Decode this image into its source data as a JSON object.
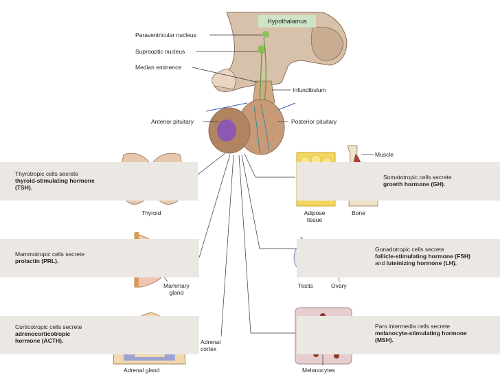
{
  "labels": {
    "hypothalamus": "Hypothalamus",
    "paraventricular": "Paraventricular nucleus",
    "supraoptic": "Supraoptic nucleus",
    "median_eminence": "Median eminence",
    "infundibulum": "Infundibulum",
    "anterior_pituitary": "Anterior pituitary",
    "posterior_pituitary": "Posterior pituitary",
    "thyroid": "Thyroid",
    "adipose_1": "Adipose",
    "adipose_2": "tissue",
    "bone": "Bone",
    "muscle": "Muscle",
    "mammary_1": "Mammary",
    "mammary_2": "gland",
    "testis": "Testis",
    "ovary": "Ovary",
    "adrenal_cortex_1": "Adrenal",
    "adrenal_cortex_2": "cortex",
    "adrenal_gland": "Adrenal gland",
    "melanocytes": "Melanocytes"
  },
  "boxes": {
    "tsh": {
      "line1": "Thyrotropic cells secrete",
      "line2": "thyroid-stimulating hormone",
      "line3": "(TSH)."
    },
    "gh": {
      "line1": "Somatotropic cells secrete",
      "line2": "growth hormone (GH)."
    },
    "prl": {
      "line1": "Mammotropic cells secrete",
      "line2": "prolactin (PRL)."
    },
    "fsh": {
      "line1": "Gonadotropic cells secrete",
      "line2": "follicle-stimulating hormone (FSH)",
      "line3a": "and ",
      "line3b": "luteinizing hormone (LH)."
    },
    "acth": {
      "line1": "Corticotropic cells secrete",
      "line2": "adrenocorticotropic",
      "line3": "hormone (ACTH)."
    },
    "msh": {
      "line1": "Pars intermedia cells secrete",
      "line2": "melanocyte-stimulating hormone",
      "line3": "(MSH)."
    }
  },
  "colors": {
    "brain": "#d8c1aa",
    "pituitary": "#c89a78",
    "anterior": "#8a53b8",
    "thyroid": "#e6c9ad",
    "adipose": "#f2d660",
    "muscle": "#b24030",
    "box": "#ebe8e4",
    "hypothalamus_tag": "#cfe3c5"
  }
}
